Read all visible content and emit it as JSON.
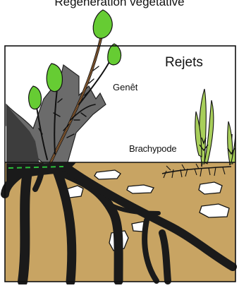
{
  "title_top": "Regéneration végétative",
  "labels": {
    "rejets": "Rejets",
    "genet": "Genêt",
    "brachypode": "Brachypode"
  },
  "colors": {
    "soil": "#c8a463",
    "roots": "#1a1a1a",
    "rock": "#6b6b6b",
    "rock_dark": "#555555",
    "stem": "#b5773e",
    "leaf": "#66cc33",
    "grass": "#a8cf5a",
    "stone": "#ffffff",
    "dash": "#2bbf3a",
    "frame": "#111111"
  }
}
